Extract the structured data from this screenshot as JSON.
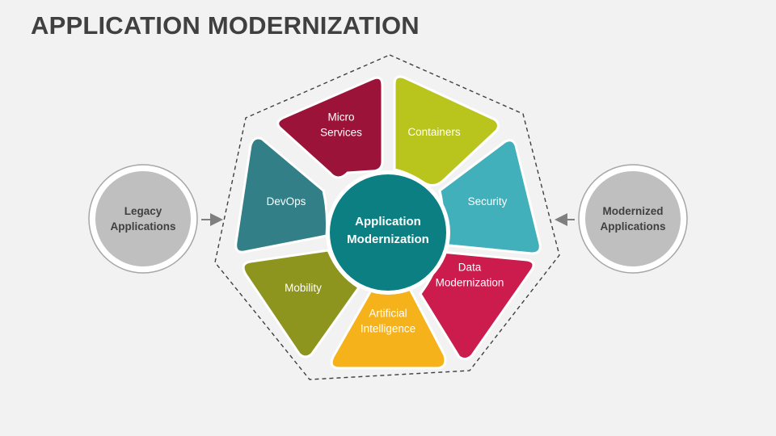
{
  "title": "APPLICATION MODERNIZATION",
  "center": {
    "line1": "Application",
    "line2": "Modernization",
    "color": "#0b7f82"
  },
  "left_node": {
    "line1": "Legacy",
    "line2": "Applications"
  },
  "right_node": {
    "line1": "Modernized",
    "line2": "Applications"
  },
  "segments": [
    {
      "id": "micro-services",
      "line1": "Micro",
      "line2": "Services",
      "color": "#9b1339"
    },
    {
      "id": "containers",
      "line1": "Containers",
      "line2": "",
      "color": "#b9c41c"
    },
    {
      "id": "security",
      "line1": "Security",
      "line2": "",
      "color": "#42b0ba"
    },
    {
      "id": "data-modernization",
      "line1": "Data",
      "line2": "Modernization",
      "color": "#cc1c4d"
    },
    {
      "id": "artificial-intelligence",
      "line1": "Artificial",
      "line2": "Intelligence",
      "color": "#f5b21b"
    },
    {
      "id": "mobility",
      "line1": "Mobility",
      "line2": "",
      "color": "#8e951e"
    },
    {
      "id": "devops",
      "line1": "DevOps",
      "line2": "",
      "color": "#327f87"
    }
  ]
}
